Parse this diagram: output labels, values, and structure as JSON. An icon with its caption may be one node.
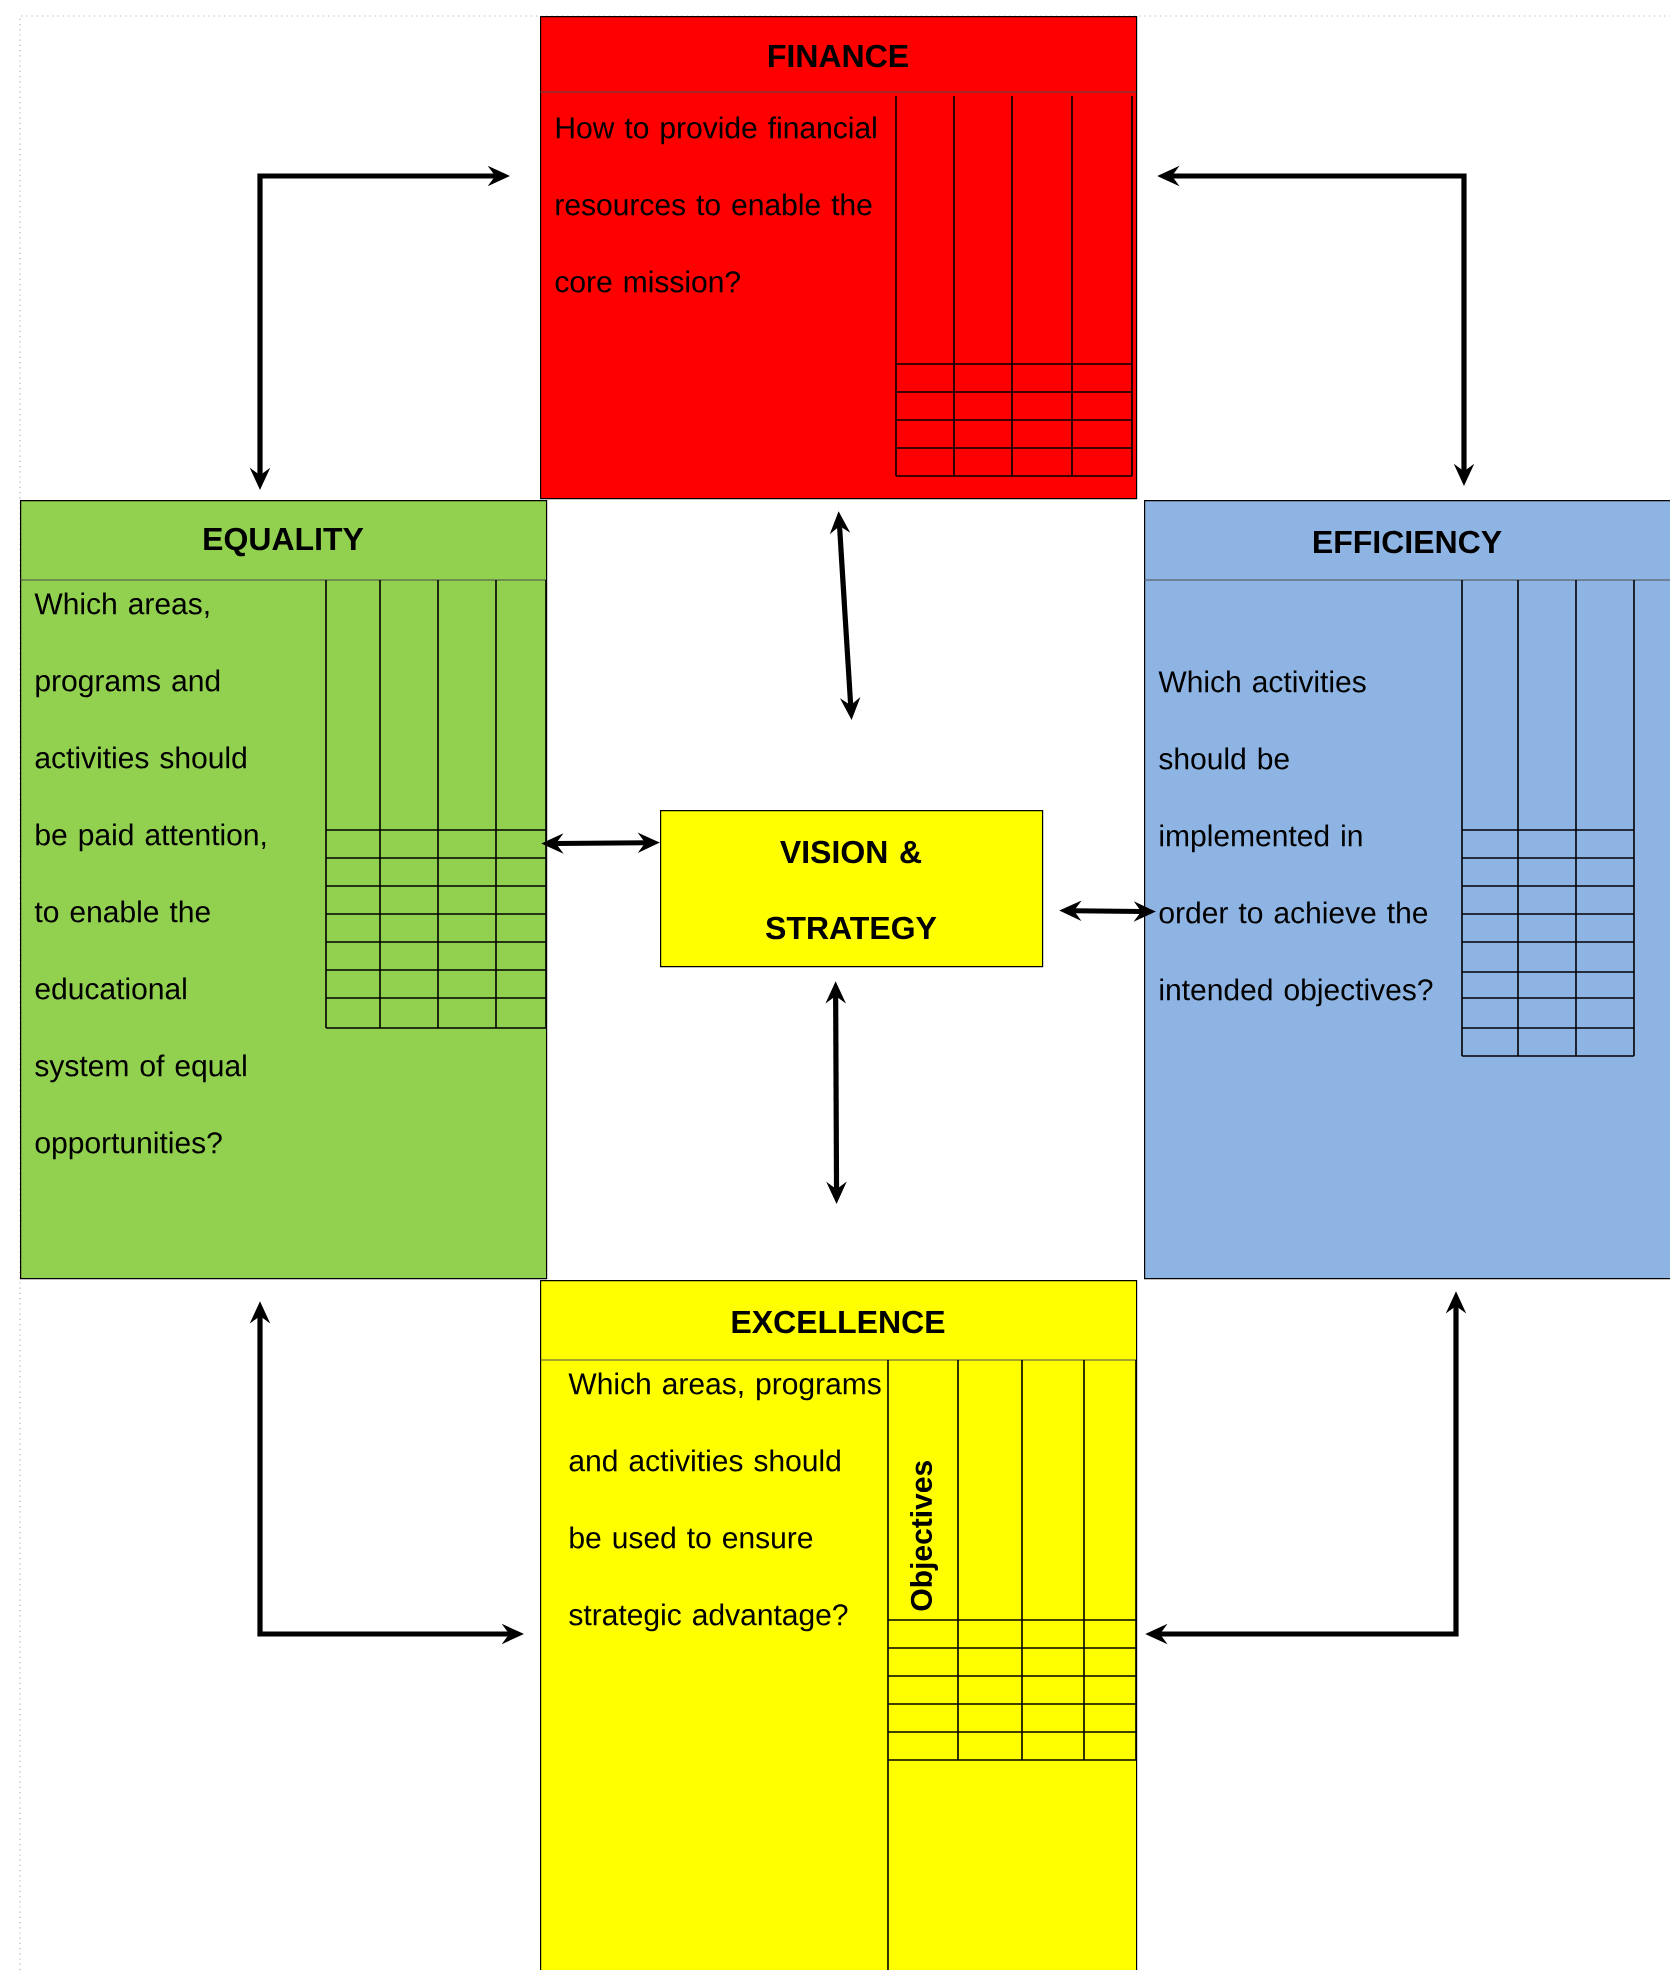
{
  "diagram": {
    "nodes": [
      {
        "text": [
          "FINANCE",
          "How to provide financial resources to enable the core mission?"
        ]
      },
      {
        "text": [
          "EQUALITY",
          "Which areas, programs and activities should be paid attention, to enable the educational system of equal opportunities?"
        ]
      },
      {
        "text": [
          "VISION & STRATEGY"
        ]
      },
      {
        "text": [
          "EFFICIENCY",
          "Which activities should be implemented in order to achieve the intended objectives?"
        ]
      },
      {
        "text": [
          "EXCELLENCE",
          "Which areas, programs and activities should be used to ensure strategic advantage?"
        ]
      }
    ],
    "edges": [
      {
        "from": 0,
        "to": 2,
        "arrow": "both"
      },
      {
        "from": 1,
        "to": 2,
        "arrow": "both"
      },
      {
        "from": 2,
        "to": 3,
        "arrow": "both"
      },
      {
        "from": 2,
        "to": 4,
        "arrow": "both"
      },
      {
        "from": 0,
        "to": 1,
        "arrow": "both"
      },
      {
        "from": 0,
        "to": 3,
        "arrow": "both"
      },
      {
        "from": 1,
        "to": 4,
        "arrow": "both"
      },
      {
        "from": 3,
        "to": 4,
        "arrow": "both"
      }
    ],
    "labels": [
      "Objectives"
    ]
  }
}
